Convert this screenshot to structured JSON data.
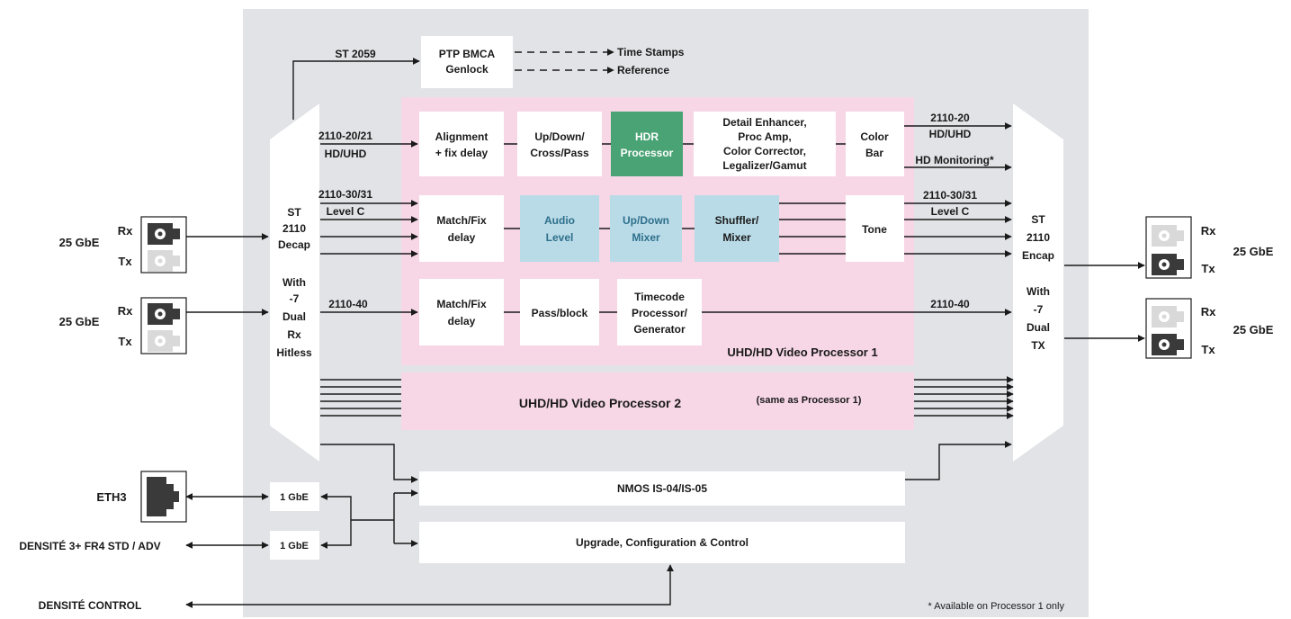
{
  "colors": {
    "chassis": "#e2e3e7",
    "processor": "#f7d7e6",
    "hdr": "#4aa374",
    "audio": "#b9dbe7",
    "box": "#ffffff",
    "line": "#1a1a1a",
    "port_dark": "#3a3a3a",
    "port_light": "#d9d9d9"
  },
  "sync": {
    "st2059": "ST 2059",
    "ptp_line1": "PTP BMCA",
    "ptp_line2": "Genlock",
    "time_stamps": "Time Stamps",
    "reference": "Reference"
  },
  "decap": {
    "line1": "ST",
    "line2": "2110",
    "line3": "Decap",
    "line4": "With",
    "line5": "-7",
    "line6": "Dual",
    "line7": "Rx",
    "line8": "Hitless"
  },
  "encap": {
    "line1": "ST",
    "line2": "2110",
    "line3": "Encap",
    "line4": "With",
    "line5": "-7",
    "line6": "Dual",
    "line7": "TX"
  },
  "inputs": {
    "video_line1": "2110-20/21",
    "video_line2": "HD/UHD",
    "audio_line1": "2110-30/31",
    "audio_line2": "Level C",
    "anc": "2110-40"
  },
  "outputs": {
    "video_line1": "2110-20",
    "video_line2": "HD/UHD",
    "monitoring": "HD Monitoring*",
    "audio_line1": "2110-30/31",
    "audio_line2": "Level C",
    "anc": "2110-40"
  },
  "video_row": {
    "alignment_line1": "Alignment",
    "alignment_line2": "+ fix delay",
    "updown_line1": "Up/Down/",
    "updown_line2": "Cross/Pass",
    "hdr_line1": "HDR",
    "hdr_line2": "Processor",
    "detail_line1": "Detail Enhancer,",
    "detail_line2": "Proc Amp,",
    "detail_line3": "Color Corrector,",
    "detail_line4": "Legalizer/Gamut",
    "colorbar_line1": "Color",
    "colorbar_line2": "Bar"
  },
  "audio_row": {
    "match_line1": "Match/Fix",
    "match_line2": "delay",
    "audio_level_line1": "Audio",
    "audio_level_line2": "Level",
    "mixer_line1": "Up/Down",
    "mixer_line2": "Mixer",
    "shuffler_line1": "Shuffler/",
    "shuffler_line2": "Mixer",
    "tone": "Tone"
  },
  "anc_row": {
    "match_line1": "Match/Fix",
    "match_line2": "delay",
    "pass_block": "Pass/block",
    "timecode_line1": "Timecode",
    "timecode_line2": "Processor/",
    "timecode_line3": "Generator"
  },
  "processor1_label": "UHD/HD Video Processor 1",
  "processor2_label": "UHD/HD Video Processor 2",
  "processor2_note": "(same as Processor 1)",
  "nmos": "NMOS IS-04/IS-05",
  "upgrade": "Upgrade, Configuration & Control",
  "gbe1": "1 GbE",
  "gbe2": "1 GbE",
  "left_ports": {
    "port1_label": "25 GbE",
    "port2_label": "25 GbE",
    "rx": "Rx",
    "tx": "Tx"
  },
  "right_ports": {
    "port1_label": "25 GbE",
    "port2_label": "25 GbE",
    "rx": "Rx",
    "tx": "Tx"
  },
  "eth3": "ETH3",
  "densite_fr4": "DENSITÉ 3+ FR4 STD / ADV",
  "densite_control": "DENSITÉ CONTROL",
  "footnote": "* Available on Processor 1 only"
}
